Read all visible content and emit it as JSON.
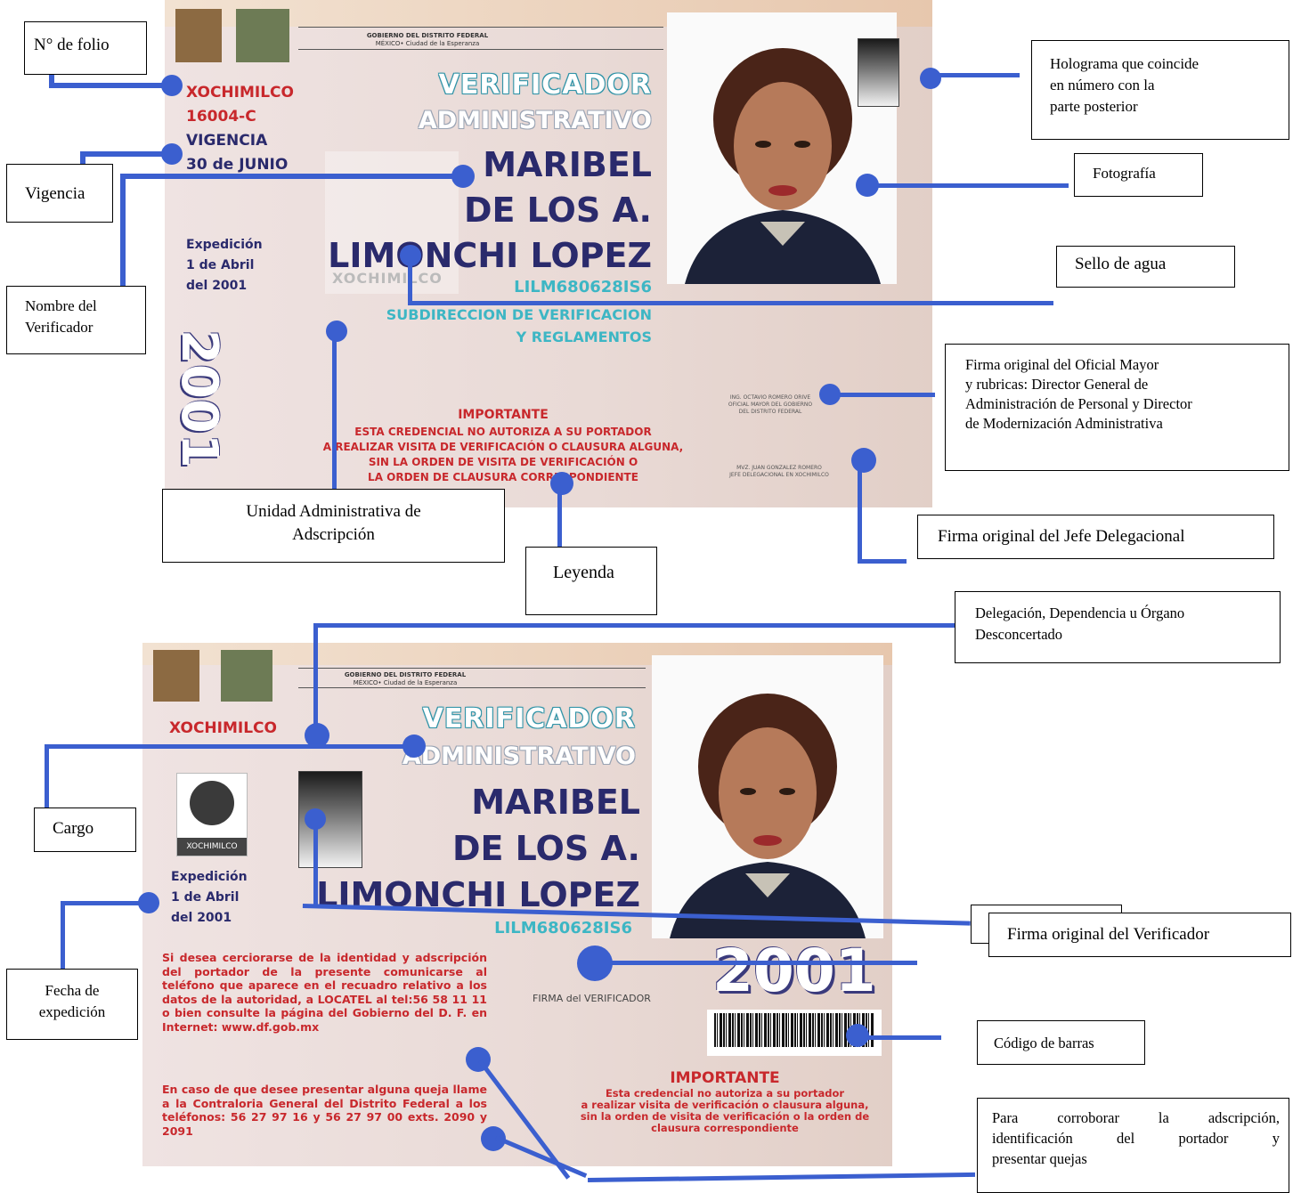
{
  "card_top": {
    "government": [
      "GOBIERNO DEL DISTRITO FEDERAL",
      "MÉXICO• Ciudad de la Esperanza"
    ],
    "delegation": "XOCHIMILCO",
    "folio": "16004-C",
    "vigencia_label": "VIGENCIA",
    "vigencia_date": "30 de JUNIO",
    "title_1": "VERIFICADOR",
    "title_2": "ADMINISTRATIVO",
    "name_1": "MARIBEL",
    "name_2": "DE LOS A.",
    "name_3": "LIMONCHI LOPEZ",
    "rfc": "LILM680628IS6",
    "unit_1": "SUBDIRECCION DE VERIFICACION",
    "unit_2": "Y REGLAMENTOS",
    "expedition": [
      "Expedición",
      "1 de Abril",
      "del 2001"
    ],
    "year": "2001",
    "watermark": "XOCHIMILCO",
    "important_title": "IMPORTANTE",
    "important_lines": [
      "ESTA CREDENCIAL NO AUTORIZA A SU PORTADOR",
      "A REALIZAR VISITA DE VERIFICACIÓN O CLAUSURA ALGUNA,",
      "SIN LA ORDEN DE VISITA DE VERIFICACIÓN O",
      "LA ORDEN DE CLAUSURA CORRESPONDIENTE"
    ],
    "signature_1": [
      "ING. OCTAVIO ROMERO ORIVE",
      "OFICIAL MAYOR DEL GOBIERNO",
      "DEL DISTRITO FEDERAL"
    ],
    "signature_2": [
      "MVZ. JUAN GONZALEZ ROMERO",
      "JEFE DELEGACIONAL EN XOCHIMILCO"
    ]
  },
  "card_bottom": {
    "government": [
      "GOBIERNO DEL DISTRITO FEDERAL",
      "MÉXICO• Ciudad de la Esperanza"
    ],
    "delegation": "XOCHIMILCO",
    "title_1": "VERIFICADOR",
    "title_2": "ADMINISTRATIVO",
    "logo_text": "XOCHIMILCO",
    "name_1": "MARIBEL",
    "name_2": "DE LOS A.",
    "name_3": "LIMONCHI LOPEZ",
    "rfc": "LILM680628IS6",
    "expedition": [
      "Expedición",
      "1 de Abril",
      "del 2001"
    ],
    "year": "2001",
    "signature_label": "FIRMA del VERIFICADOR",
    "info_text": "Si desea cerciorarse de la identidad y adscripción del portador de la presente comunicarse al teléfono que aparece en el recuadro relativo a los datos de la autoridad, a LOCATEL al tel:56 58 11 11 o bien consulte la página del Gobierno del D. F. en Internet: www.df.gob.mx",
    "complaint_text": "En caso de que desee presentar alguna queja llame a la Contraloria General del Distrito Federal a los teléfonos: 56 27 97 16 y 56 27 97 00 exts. 2090 y 2091",
    "important_title": "IMPORTANTE",
    "important_lines": [
      "Esta credencial no autoriza a su portador",
      "a realizar visita de verificación o clausura alguna,",
      "sin la orden de visita de verificación o la orden de",
      "clausura correspondiente"
    ]
  },
  "callouts": {
    "folio": "N° de folio",
    "vigencia": "Vigencia",
    "nombre": [
      "Nombre del",
      "Verificador"
    ],
    "holograma": [
      "Holograma que coincide",
      "en número con la",
      "parte posterior"
    ],
    "fotografia": "Fotografía",
    "sello": "Sello de agua",
    "firma_oficial": [
      "Firma original del Oficial Mayor",
      "y rubricas:  Director General de",
      "Administración de Personal y Director",
      "de Modernización Administrativa"
    ],
    "firma_jefe": "Firma original del Jefe Delegacional",
    "unidad": [
      "Unidad Administrativa de",
      "Adscripción"
    ],
    "leyenda": "Leyenda",
    "delegacion": [
      "Delegación, Dependencia u Órgano",
      "Desconcertado"
    ],
    "cargo": "Cargo",
    "firma_verificador": "Firma original del Verificador",
    "fecha": [
      "Fecha de",
      "expedición"
    ],
    "codigo": "Código de barras",
    "corroborar": [
      "Para corroborar la adscripción,",
      "identificación del portador y",
      "presentar quejas"
    ]
  },
  "colors": {
    "connector": "#3b5fcf",
    "red_text": "#c8282c",
    "navy_text": "#2a2a6c",
    "teal_text": "#3db6c4"
  }
}
